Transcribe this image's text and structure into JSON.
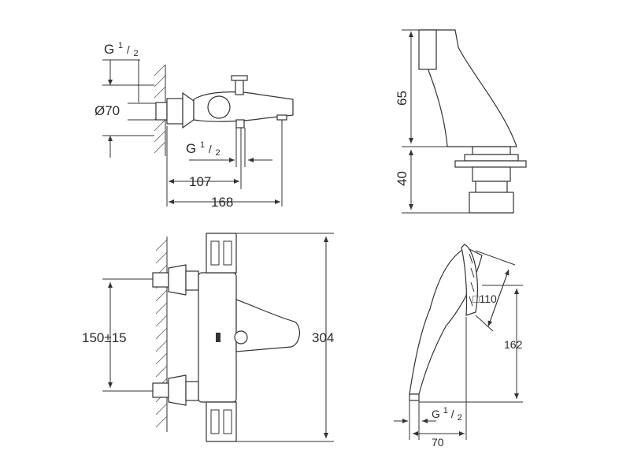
{
  "views": {
    "side": {
      "thread_top": {
        "main": "G",
        "num": "1",
        "den": "2"
      },
      "flange_diameter": "Ø70",
      "thread_bottom": {
        "main": "G",
        "num": "1",
        "den": "2"
      },
      "dim_inner": "107",
      "dim_outer": "168"
    },
    "spout": {
      "dim_upper": "65",
      "dim_lower": "40"
    },
    "front": {
      "centers": "150±15",
      "height": "304"
    },
    "handshower": {
      "head_size": "□110",
      "length": "162",
      "thread": {
        "main": "G",
        "num": "1",
        "den": "2"
      },
      "width": "70"
    }
  },
  "colors": {
    "line": "#333333",
    "background": "#ffffff"
  }
}
